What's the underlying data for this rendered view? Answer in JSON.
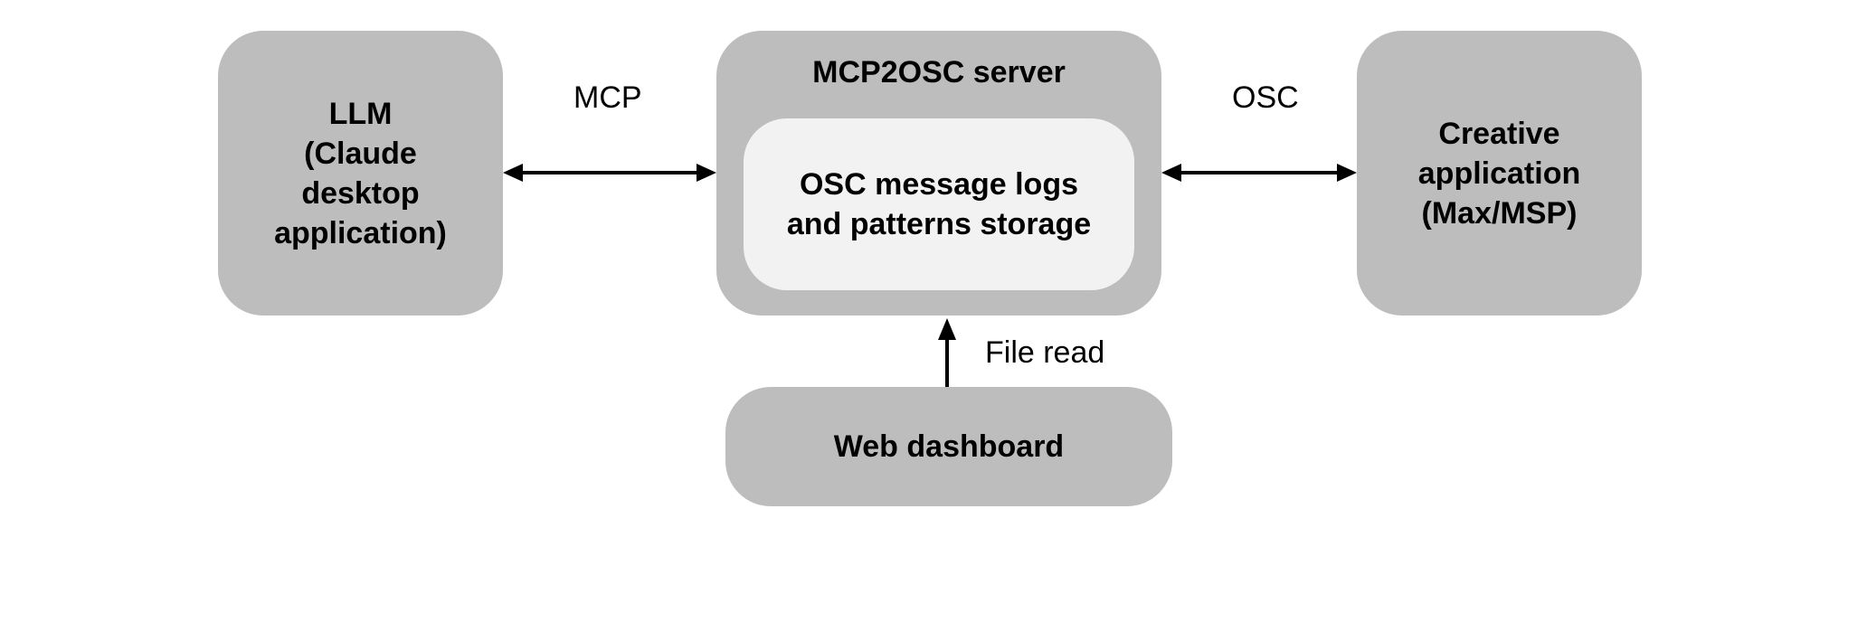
{
  "nodes": {
    "llm": {
      "label": [
        "LLM",
        "(Claude",
        "desktop",
        "application)"
      ]
    },
    "server": {
      "title": "MCP2OSC server",
      "storage": {
        "label": [
          "OSC message logs",
          "and patterns storage"
        ]
      }
    },
    "creative": {
      "label": [
        "Creative",
        "application",
        "(Max/MSP)"
      ]
    },
    "dashboard": {
      "label": "Web dashboard"
    }
  },
  "edges": {
    "llm_server": {
      "label": "MCP",
      "direction": "bidirectional"
    },
    "server_creative": {
      "label": "OSC",
      "direction": "bidirectional"
    },
    "dashboard_server": {
      "label": "File read",
      "direction": "dashboard-to-server"
    }
  },
  "colors": {
    "node_fill": "#bdbdbd",
    "inner_fill": "#f2f2f2",
    "arrow": "#000000"
  }
}
